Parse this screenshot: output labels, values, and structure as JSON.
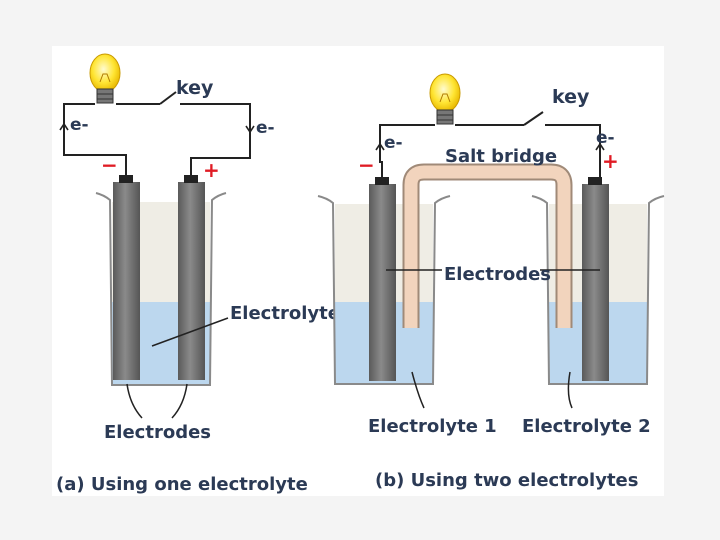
{
  "panel_a": {
    "key_label": "key",
    "electron_left": "e-",
    "electron_right": "e-",
    "minus_sign": "−",
    "plus_sign": "+",
    "electrolyte_label": "Electrolyte",
    "electrodes_label": "Electrodes",
    "caption": "(a) Using one electrolyte"
  },
  "panel_b": {
    "key_label": "key",
    "electron_left": "e-",
    "electron_right": "e-",
    "minus_sign": "−",
    "plus_sign": "+",
    "salt_bridge_label": "Salt bridge",
    "electrodes_label": "Electrodes",
    "electrolyte1_label": "Electrolyte 1",
    "electrolyte2_label": "Electrolyte 2",
    "caption": "(b) Using two electrolytes"
  },
  "colors": {
    "electrolyte": "#bcd7ee",
    "beaker": "#efede5",
    "electrode": "#6f6f6f",
    "salt_bridge": "#f2d4bd",
    "bulb": "#ffe533",
    "wire": "#222222"
  }
}
